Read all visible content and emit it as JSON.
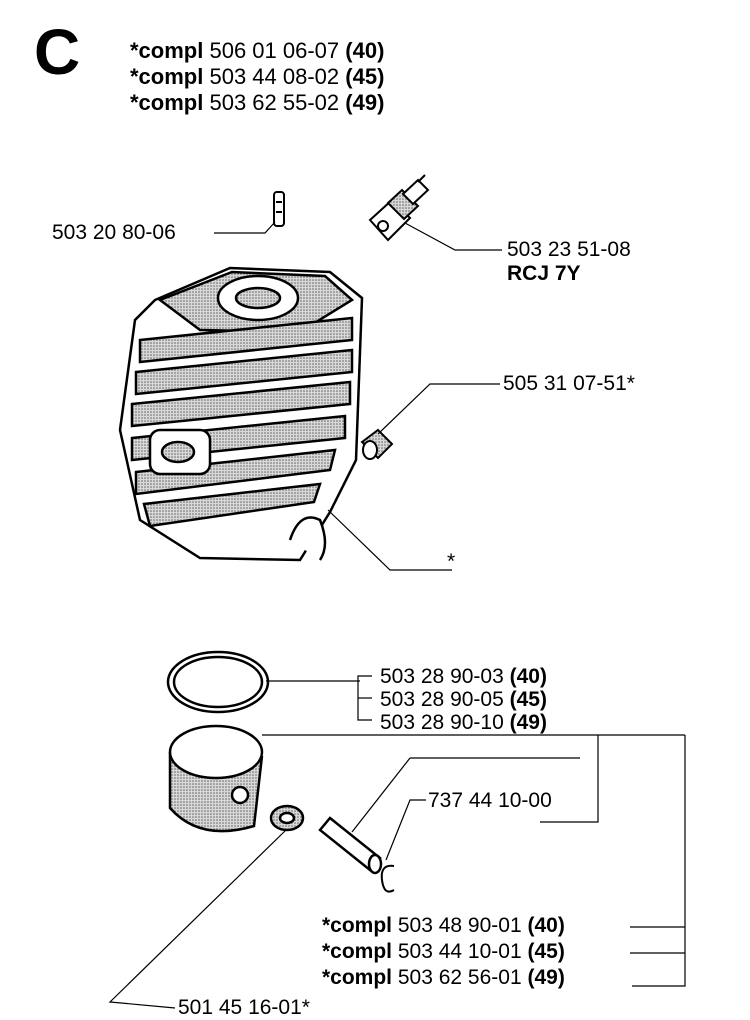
{
  "section_letter": "C",
  "header_lines": [
    {
      "prefix": "*compl",
      "part": "506 01 06-07",
      "model": "(40)"
    },
    {
      "prefix": "*compl",
      "part": "503 44 08-02",
      "model": "(45)"
    },
    {
      "prefix": "*compl",
      "part": "503 62 55-02",
      "model": "(49)"
    }
  ],
  "labels": {
    "pin": "503 20 80-06",
    "spark_plug": "503 23 51-08",
    "spark_plug_type": "RCJ 7Y",
    "bushing": "505 31 07-51*",
    "cylinder": "*",
    "circlip": "737 44 10-00",
    "bearing": "501 45 16-01*"
  },
  "ring_lines": [
    {
      "part": "503 28 90-03",
      "model": "(40)"
    },
    {
      "part": "503 28 90-05",
      "model": "(45)"
    },
    {
      "part": "503 28 90-10",
      "model": "(49)"
    }
  ],
  "piston_lines": [
    {
      "prefix": "*compl",
      "part": "503 48 90-01",
      "model": "(40)"
    },
    {
      "prefix": "*compl",
      "part": "503 44 10-01",
      "model": "(45)"
    },
    {
      "prefix": "*compl",
      "part": "503 62 56-01",
      "model": "(49)"
    }
  ]
}
